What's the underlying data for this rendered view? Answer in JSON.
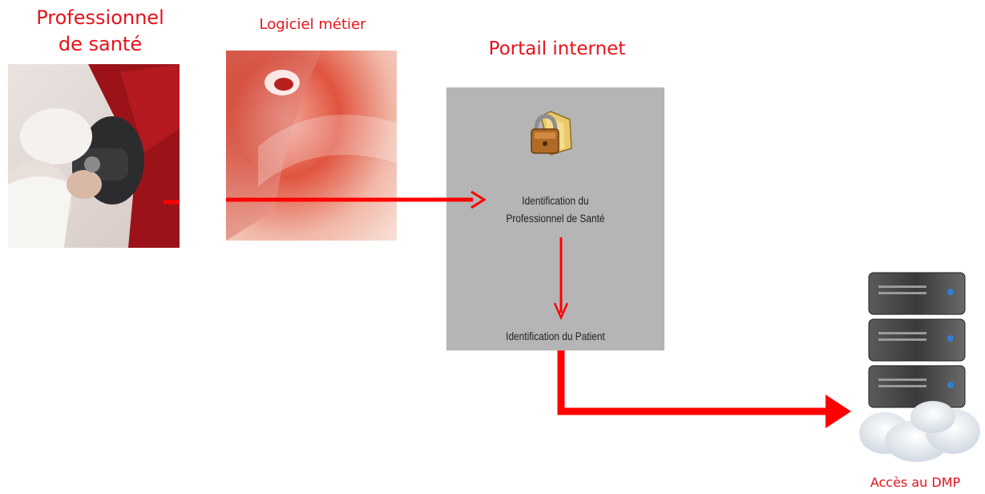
{
  "professional": {
    "line1": "Professionnel",
    "line2": "de santé"
  },
  "software": {
    "title": "Logiciel métier"
  },
  "portal": {
    "title": "Portail internet",
    "step1_line1": "Identification du",
    "step1_line2": "Professionnel de Santé",
    "step2": "Identification du Patient"
  },
  "dmp": {
    "label": "Accès au DMP"
  },
  "icons": {
    "professional": "doctor-blood-pressure-photo",
    "software": "cd-disc-photo",
    "portal": "padlock-folder-icon",
    "dmp": "server-cloud-icon"
  },
  "colors": {
    "accent": "#e8121b",
    "portal_bg": "#b5b5b5",
    "arrow": "#ff0000"
  }
}
